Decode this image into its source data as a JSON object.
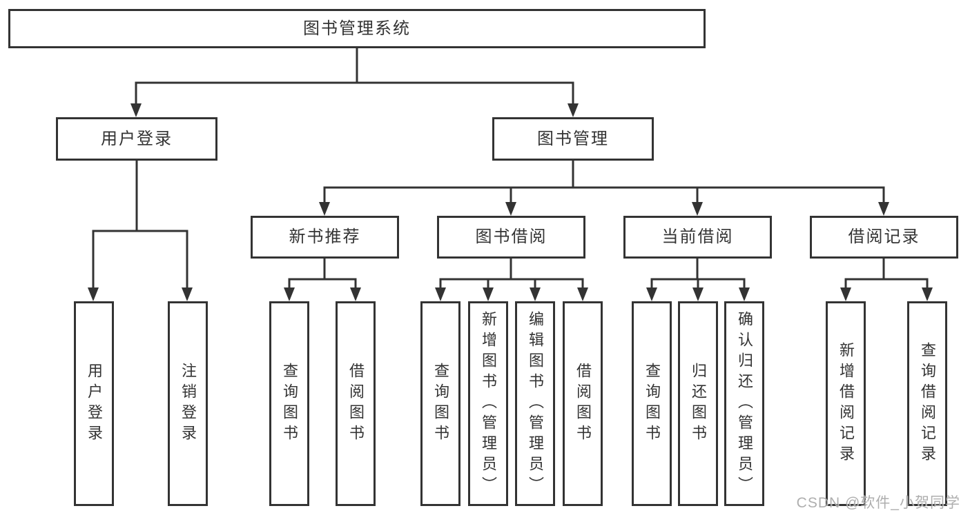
{
  "tree": {
    "root": {
      "label": "图书管理系统"
    },
    "branches": [
      {
        "label": "用户登录",
        "children": [
          {
            "label": "用户登录"
          },
          {
            "label": "注销登录"
          }
        ]
      },
      {
        "label": "图书管理",
        "groups": [
          {
            "label": "新书推荐",
            "children": [
              {
                "label": "查询图书"
              },
              {
                "label": "借阅图书"
              }
            ]
          },
          {
            "label": "图书借阅",
            "children": [
              {
                "label": "查询图书"
              },
              {
                "label": "新增图书（管理员）"
              },
              {
                "label": "编辑图书（管理员）"
              },
              {
                "label": "借阅图书"
              }
            ]
          },
          {
            "label": "当前借阅",
            "children": [
              {
                "label": "查询图书"
              },
              {
                "label": "归还图书"
              },
              {
                "label": "确认归还（管理员）"
              }
            ]
          },
          {
            "label": "借阅记录",
            "children": [
              {
                "label": "新增借阅记录"
              },
              {
                "label": "查询借阅记录"
              }
            ]
          }
        ]
      }
    ]
  },
  "watermark": {
    "text": "CSDN @软件_小贺同学"
  },
  "colors": {
    "line": "#333333",
    "text": "#333333",
    "box_background": "#ffffff",
    "watermark": "#a0a0a0",
    "page_background": "#ffffff"
  }
}
